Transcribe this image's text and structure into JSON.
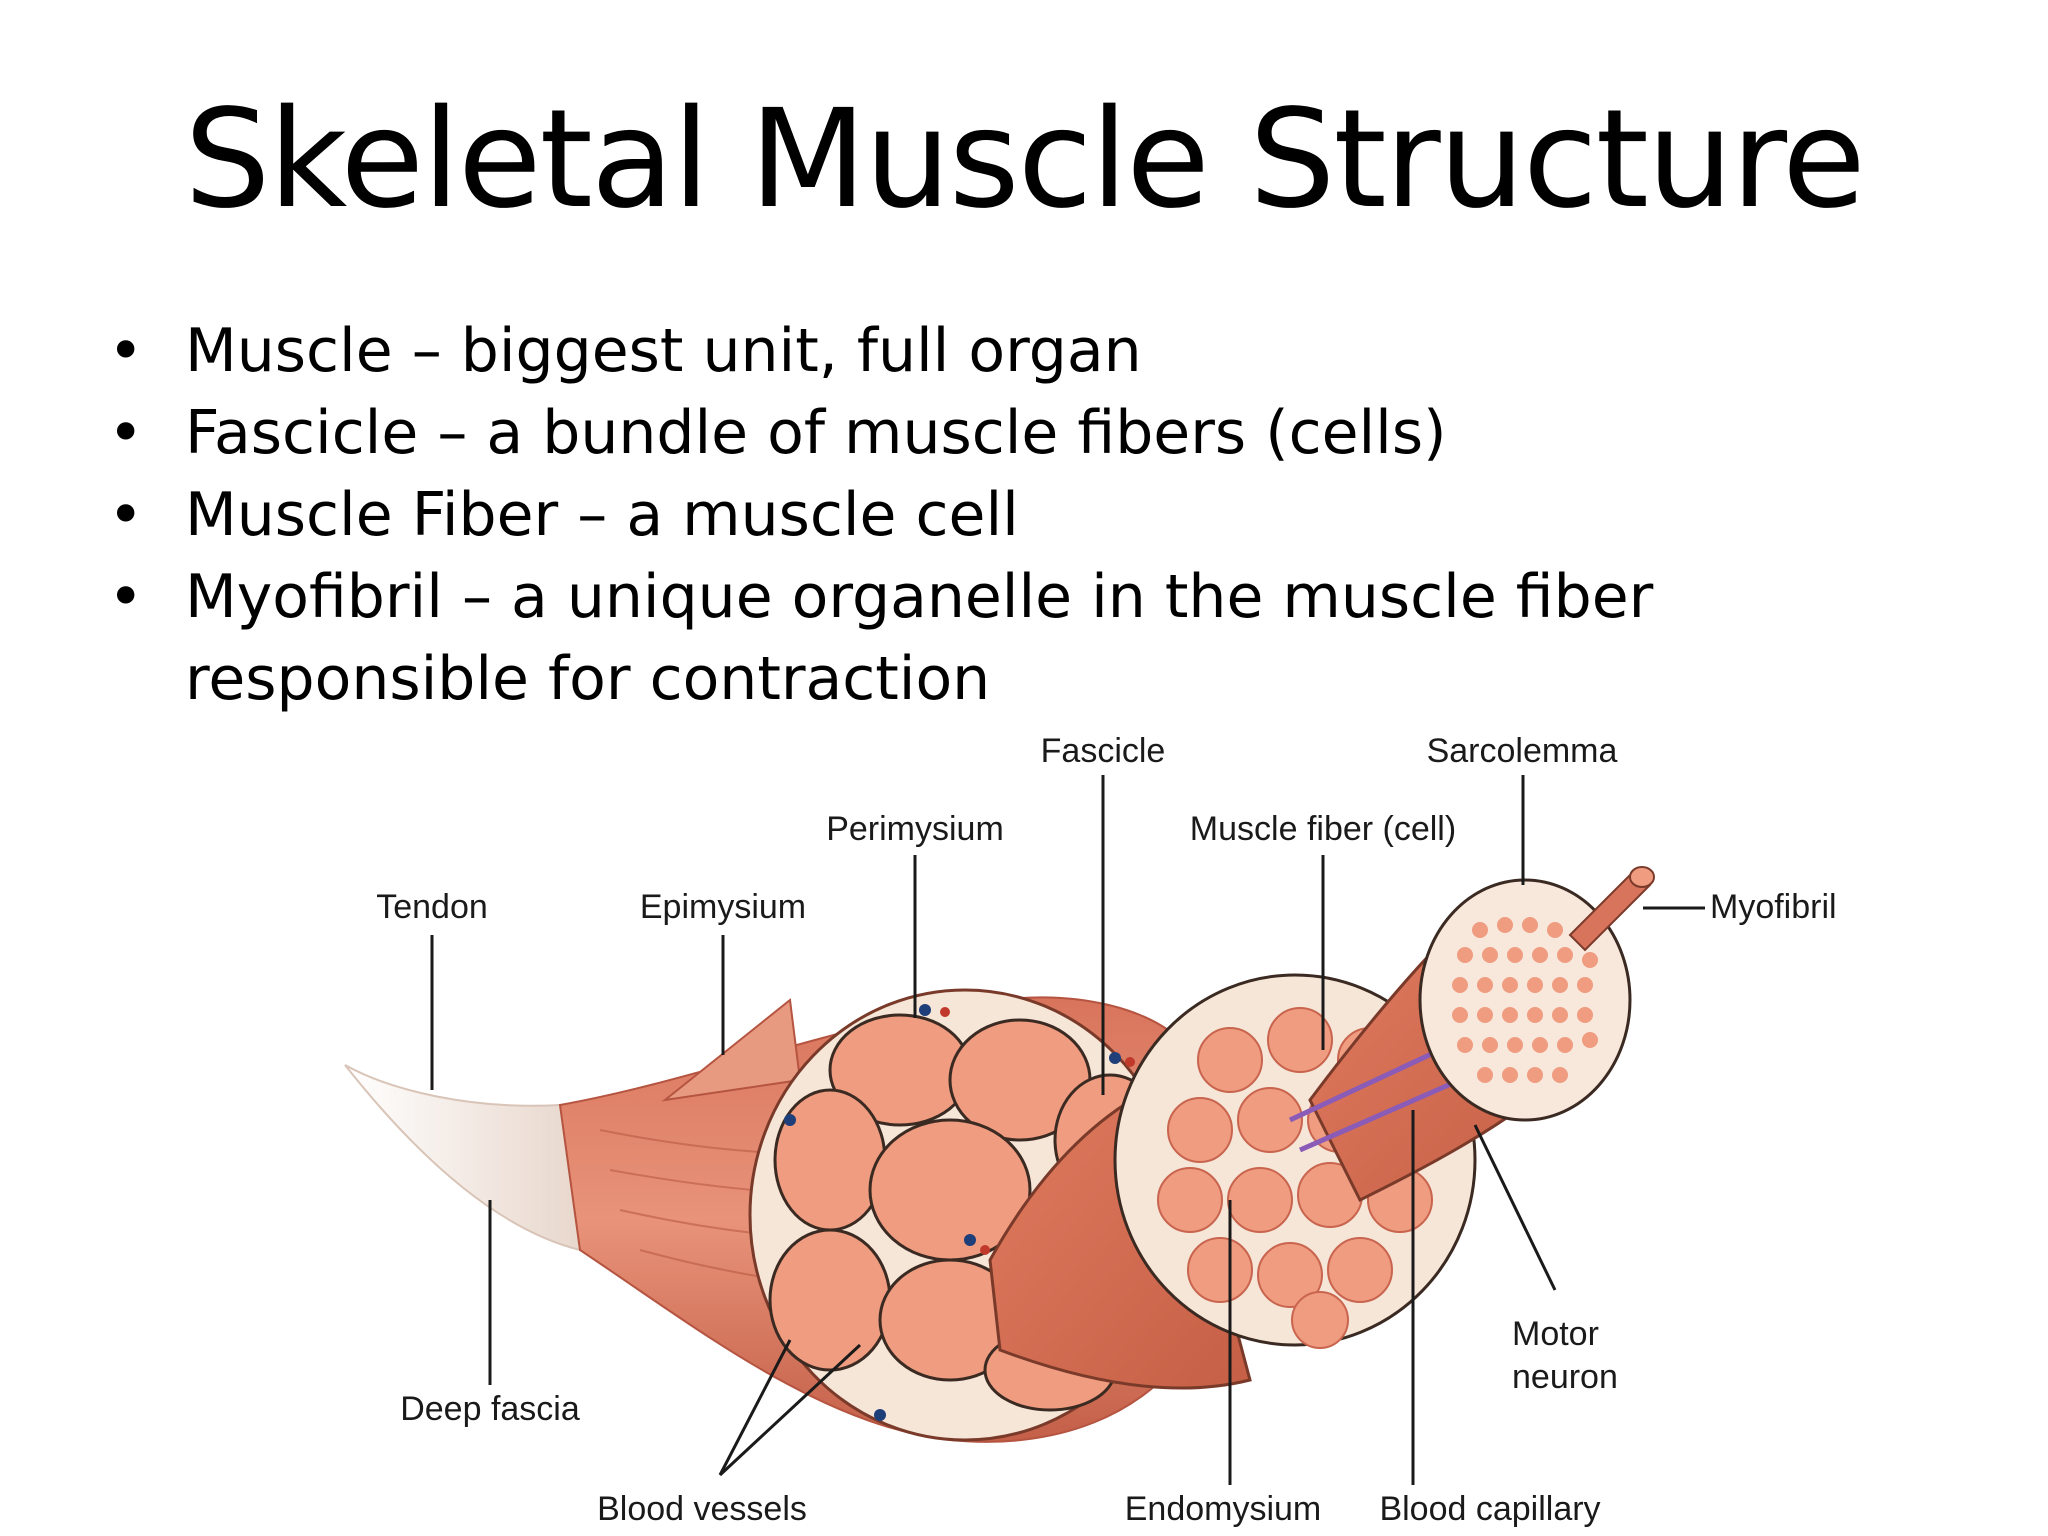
{
  "slide": {
    "title": "Skeletal Muscle Structure",
    "bullets": [
      "Muscle – biggest unit, full organ",
      "Fascicle – a bundle of muscle fibers (cells)",
      "Muscle Fiber – a muscle cell",
      "Myofibril – a unique organelle in the muscle fiber responsible for contraction"
    ]
  },
  "diagram": {
    "labels": {
      "fascicle": "Fascicle",
      "sarcolemma": "Sarcolemma",
      "perimysium": "Perimysium",
      "muscle_fiber": "Muscle fiber (cell)",
      "tendon": "Tendon",
      "epimysium": "Epimysium",
      "myofibril": "Myofibril",
      "motor_neuron_1": "Motor",
      "motor_neuron_2": "neuron",
      "deep_fascia": "Deep fascia",
      "blood_vessels": "Blood vessels",
      "endomysium": "Endomysium",
      "blood_capillary": "Blood capillary"
    },
    "colors": {
      "muscle": "#e0826b",
      "muscle_dark": "#c9654f",
      "connective": "#f5e6d8",
      "fiber": "#ef9c80",
      "tendon": "#f1f4f6",
      "vessel_blue": "#1e3f7a",
      "vessel_red": "#c0392b",
      "nerve": "#8a5cb8"
    }
  }
}
